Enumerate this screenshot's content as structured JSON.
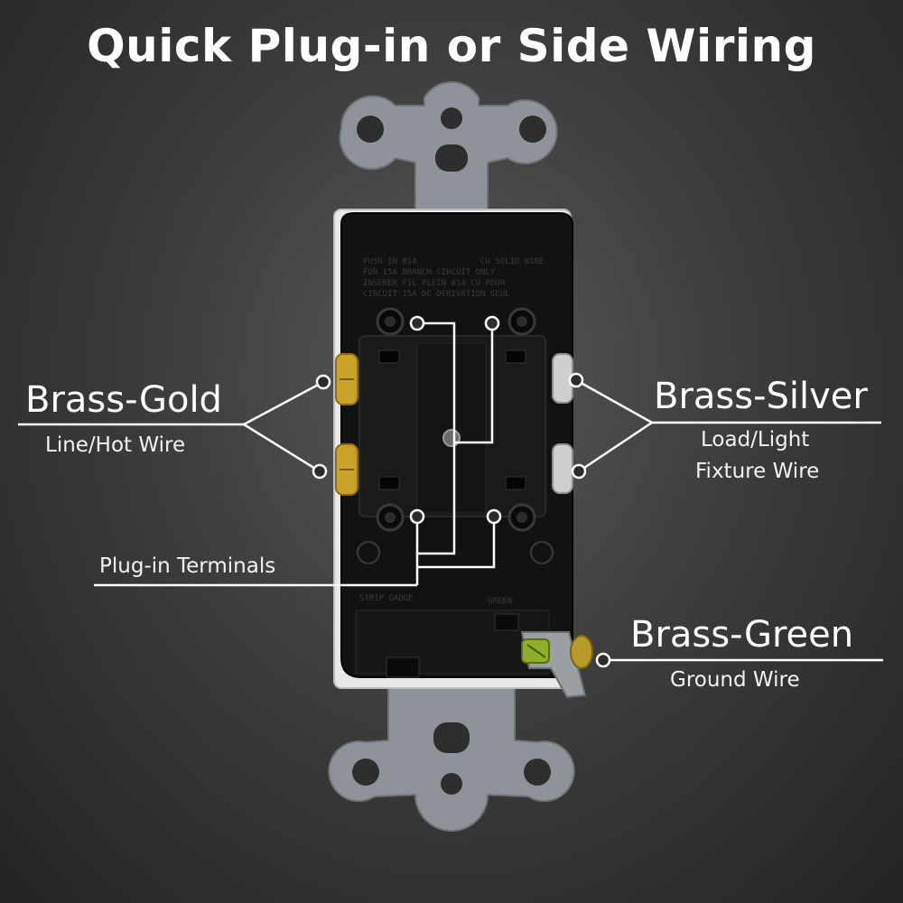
{
  "title": "Quick Plug-in or Side Wiring",
  "labels": {
    "brass_gold": {
      "name": "Brass-Gold",
      "desc": "Line/Hot Wire"
    },
    "brass_silver": {
      "name": "Brass-Silver",
      "desc_line1": "Load/Light",
      "desc_line2": "Fixture Wire"
    },
    "plug_in": {
      "name": "Plug-in Terminals"
    },
    "brass_green": {
      "name": "Brass-Green",
      "desc": "Ground Wire"
    }
  },
  "colors": {
    "background": "#3d3d3d",
    "brass_gold": "#c9a227",
    "brass_silver": "#cfcfcf",
    "brass_green": "#8fae2a",
    "switch_body": "#121212",
    "mounting_strap": "#8e9399"
  }
}
